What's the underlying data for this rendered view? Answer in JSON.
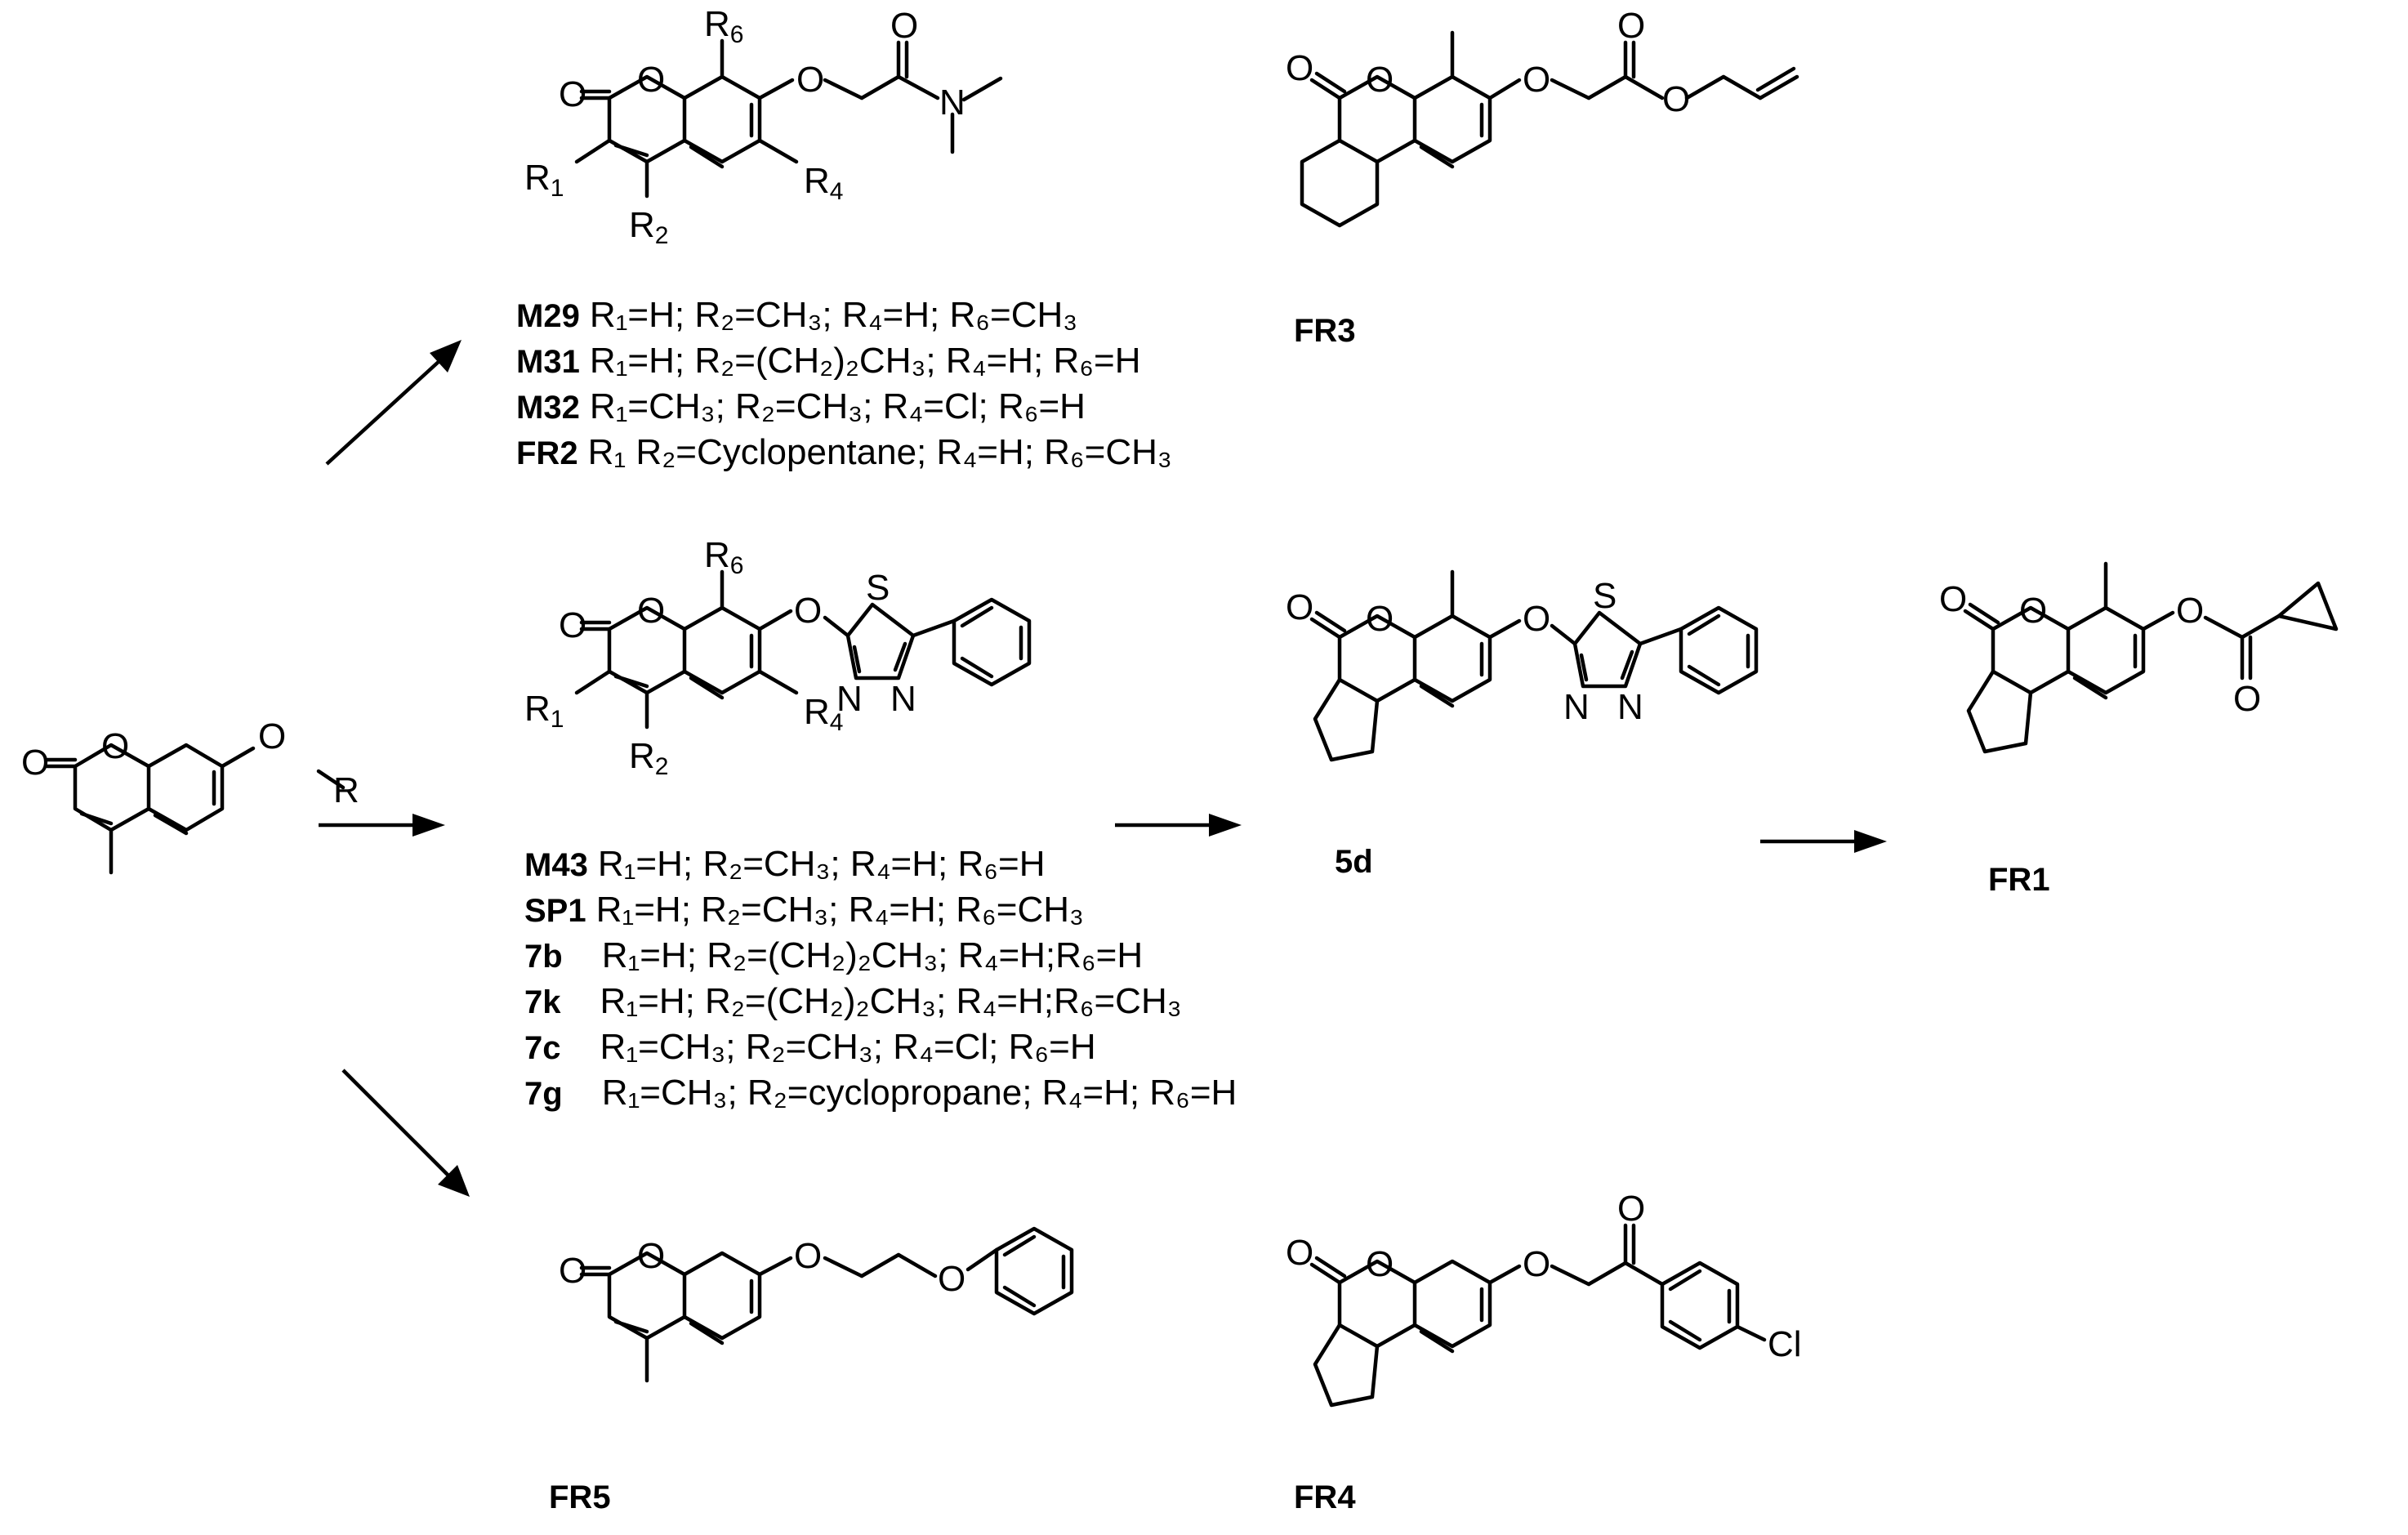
{
  "figure": {
    "start_material": {
      "substituent": "O",
      "r_label": "R"
    },
    "branches": [
      {
        "id": "amide-series",
        "scaffold_atoms": {
          "o_ring": "O",
          "o_carbonyl": "O",
          "o_ether": "O",
          "o_amide": "O",
          "n_amide": "N",
          "r1": "R",
          "r1_sub": "1",
          "r2": "R",
          "r2_sub": "2",
          "r4": "R",
          "r4_sub": "4",
          "r6": "R",
          "r6_sub": "6"
        },
        "compounds": [
          {
            "id": "M29",
            "text": "R₁=H; R₂=CH₃; R₄=H; R₆=CH₃"
          },
          {
            "id": "M31",
            "text": "R₁=H; R₂=(CH₂)₂CH₃; R₄=H; R₆=H"
          },
          {
            "id": "M32",
            "text": "R₁=CH₃; R₂=CH₃; R₄=Cl; R₆=H"
          },
          {
            "id": "FR2",
            "text": "R₁ R₂=Cyclopentane; R₄=H; R₆=CH₃"
          }
        ]
      },
      {
        "id": "thiadiazole-series",
        "scaffold_atoms": {
          "s": "S",
          "n": "N"
        },
        "compounds": [
          {
            "id": "M43",
            "text": "R₁=H; R₂=CH₃; R₄=H; R₆=H"
          },
          {
            "id": "SP1",
            "text": "R₁=H; R₂=CH₃; R₄=H; R₆=CH₃"
          },
          {
            "id": "7b",
            "text": "R₁=H; R₂=(CH₂)₂CH₃; R₄=H;R₆=H"
          },
          {
            "id": "7k",
            "text": "R₁=H; R₂=(CH₂)₂CH₃; R₄=H;R₆=CH₃"
          },
          {
            "id": "7c",
            "text": "R₁=CH₃; R₂=CH₃; R₄=Cl; R₆=H"
          },
          {
            "id": "7g",
            "text": "R₁=CH₃; R₂=cyclopropane; R₄=H; R₆=H"
          }
        ]
      }
    ],
    "single_compounds": [
      {
        "id": "FR3"
      },
      {
        "id": "5d"
      },
      {
        "id": "FR1"
      },
      {
        "id": "FR5"
      },
      {
        "id": "FR4",
        "halogen": "Cl"
      }
    ]
  }
}
